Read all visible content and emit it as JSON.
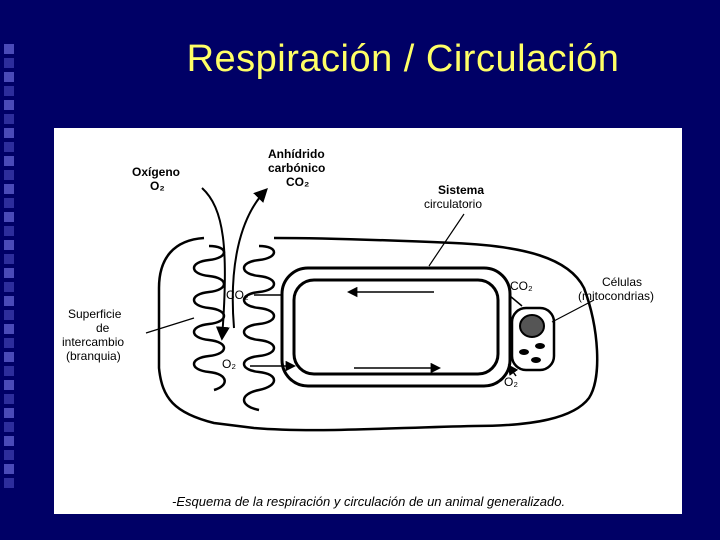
{
  "slide": {
    "title": "Respiración / Circulación"
  },
  "diagram": {
    "labels": {
      "oxygen_line1": "Oxígeno",
      "oxygen_line2": "O₂",
      "anhydride_line1": "Anhídrido",
      "anhydride_line2": "carbónico",
      "anhydride_line3": "CO₂",
      "system_line1": "Sistema",
      "system_line2": "circulatorio",
      "cells_line1": "Células",
      "cells_line2": "(mitocondrias)",
      "surface_line1": "Superficie",
      "surface_line2": "de",
      "surface_line3": "intercambio",
      "surface_line4": "(branquia)",
      "co2_left": "CO₂",
      "co2_right": "CO₂",
      "o2_left": "O₂",
      "o2_right": "O₂"
    },
    "caption": "-Esquema de la respiración y circulación de un animal generalizado."
  }
}
